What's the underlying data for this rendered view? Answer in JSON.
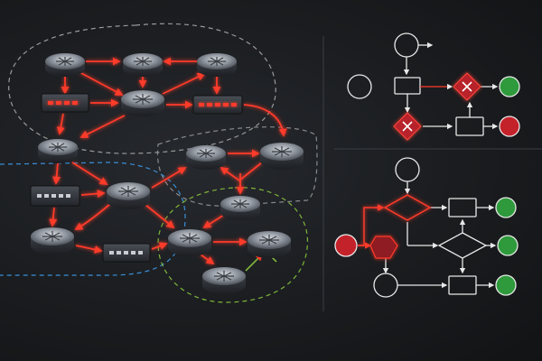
{
  "colors": {
    "background": "#1a1c1f",
    "red_glow": "#ff2a1a",
    "red_line": "#ff3b2a",
    "blue_zone": "#3b8fd9",
    "green_zone": "#7fb53a",
    "gray_zone": "#9a9a9a",
    "flow_line": "#e8e8e8",
    "node_red": "#c4222a",
    "node_green": "#2e9a3c",
    "diamond_red": "#b8202a"
  },
  "network": {
    "routers": [
      "r1",
      "r2",
      "r3",
      "r4",
      "r5",
      "r6",
      "r7",
      "r8",
      "r9",
      "r10",
      "r11",
      "r12"
    ],
    "switches": [
      "s1",
      "s2",
      "s3",
      "s4"
    ],
    "zones": [
      "gray-zone-top",
      "gray-zone-right",
      "blue-zone",
      "green-zone"
    ]
  },
  "flowcharts": {
    "top": {
      "nodes": [
        "start",
        "left-start",
        "process",
        "decision-x",
        "decision-x-2",
        "process-2",
        "end-green",
        "end-red"
      ]
    },
    "bottom": {
      "nodes": [
        "start",
        "decision",
        "process-a",
        "process-b",
        "decision-2",
        "process-c",
        "red-diamond",
        "end-green-1",
        "end-green-2",
        "end-green-3",
        "end-red",
        "start-bottom"
      ]
    }
  }
}
